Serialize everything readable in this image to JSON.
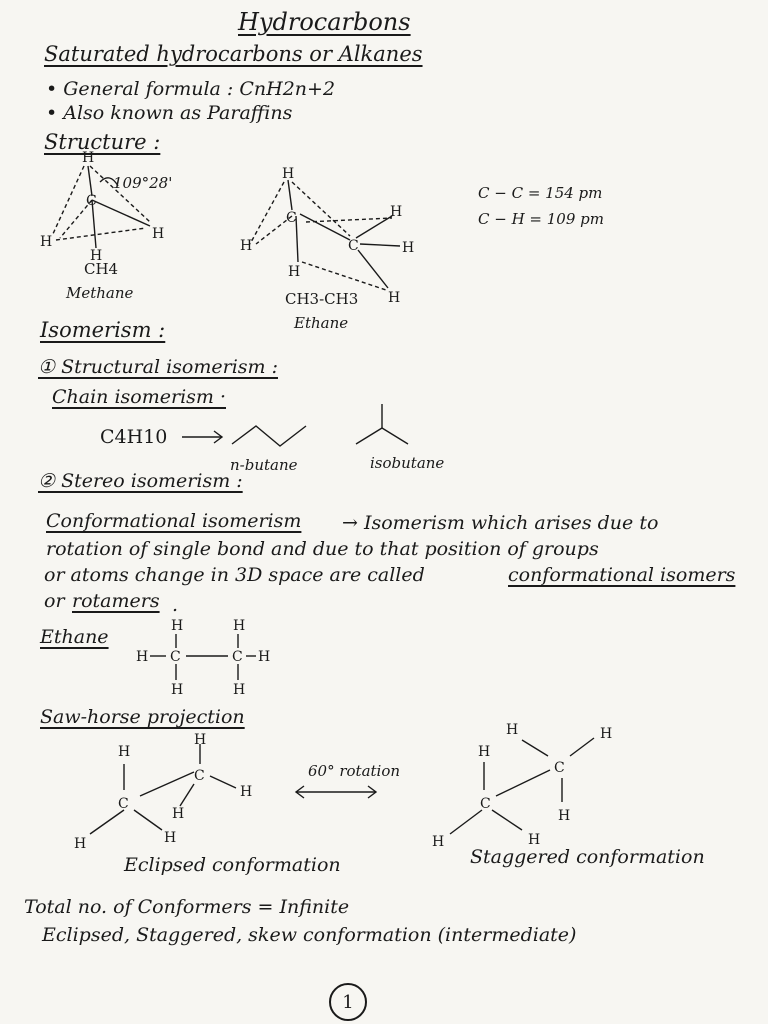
{
  "title": "Hydrocarbons",
  "saturated_heading": "Saturated hydrocarbons or Alkanes",
  "bullets": [
    "• General formula : CnH2n+2",
    "• Also known as Paraffins"
  ],
  "structure_heading": "Structure :",
  "methane": {
    "formula": "CH4",
    "name": "Methane",
    "angle": "109°28'"
  },
  "ethane": {
    "formula": "CH3-CH3",
    "name": "Ethane"
  },
  "bond_lengths": [
    "C − C = 154 pm",
    "C − H = 109 pm"
  ],
  "isomerism_heading": "Isomerism :",
  "structural_heading": "① Structural isomerism :",
  "chain_heading": "Chain isomerism ·",
  "chain_formula": "C4H10",
  "n_butane": "n-butane",
  "isobutane": "isobutane",
  "stereo_heading": "② Stereo isomerism :",
  "conformational": {
    "term": "Conformational isomerism",
    "line1": "→ Isomerism which arises due to",
    "line2": "rotation of single bond and due to that position of groups",
    "line3a": "or atoms change in 3D space are called",
    "line3b": "conformational isomers",
    "line4a": "or",
    "line4b": "rotamers",
    "line4c": "."
  },
  "ethane_heading": "Ethane",
  "sawhorse_heading": "Saw-horse projection",
  "rotation_label": "60° rotation",
  "eclipsed_label": "Eclipsed conformation",
  "staggered_label": "Staggered conformation",
  "total_line": "Total no. of Conformers = Infinite",
  "types_line": "Eclipsed, Staggered, skew conformation (intermediate)",
  "page_number": "1",
  "atoms": {
    "C": "C",
    "H": "H"
  }
}
